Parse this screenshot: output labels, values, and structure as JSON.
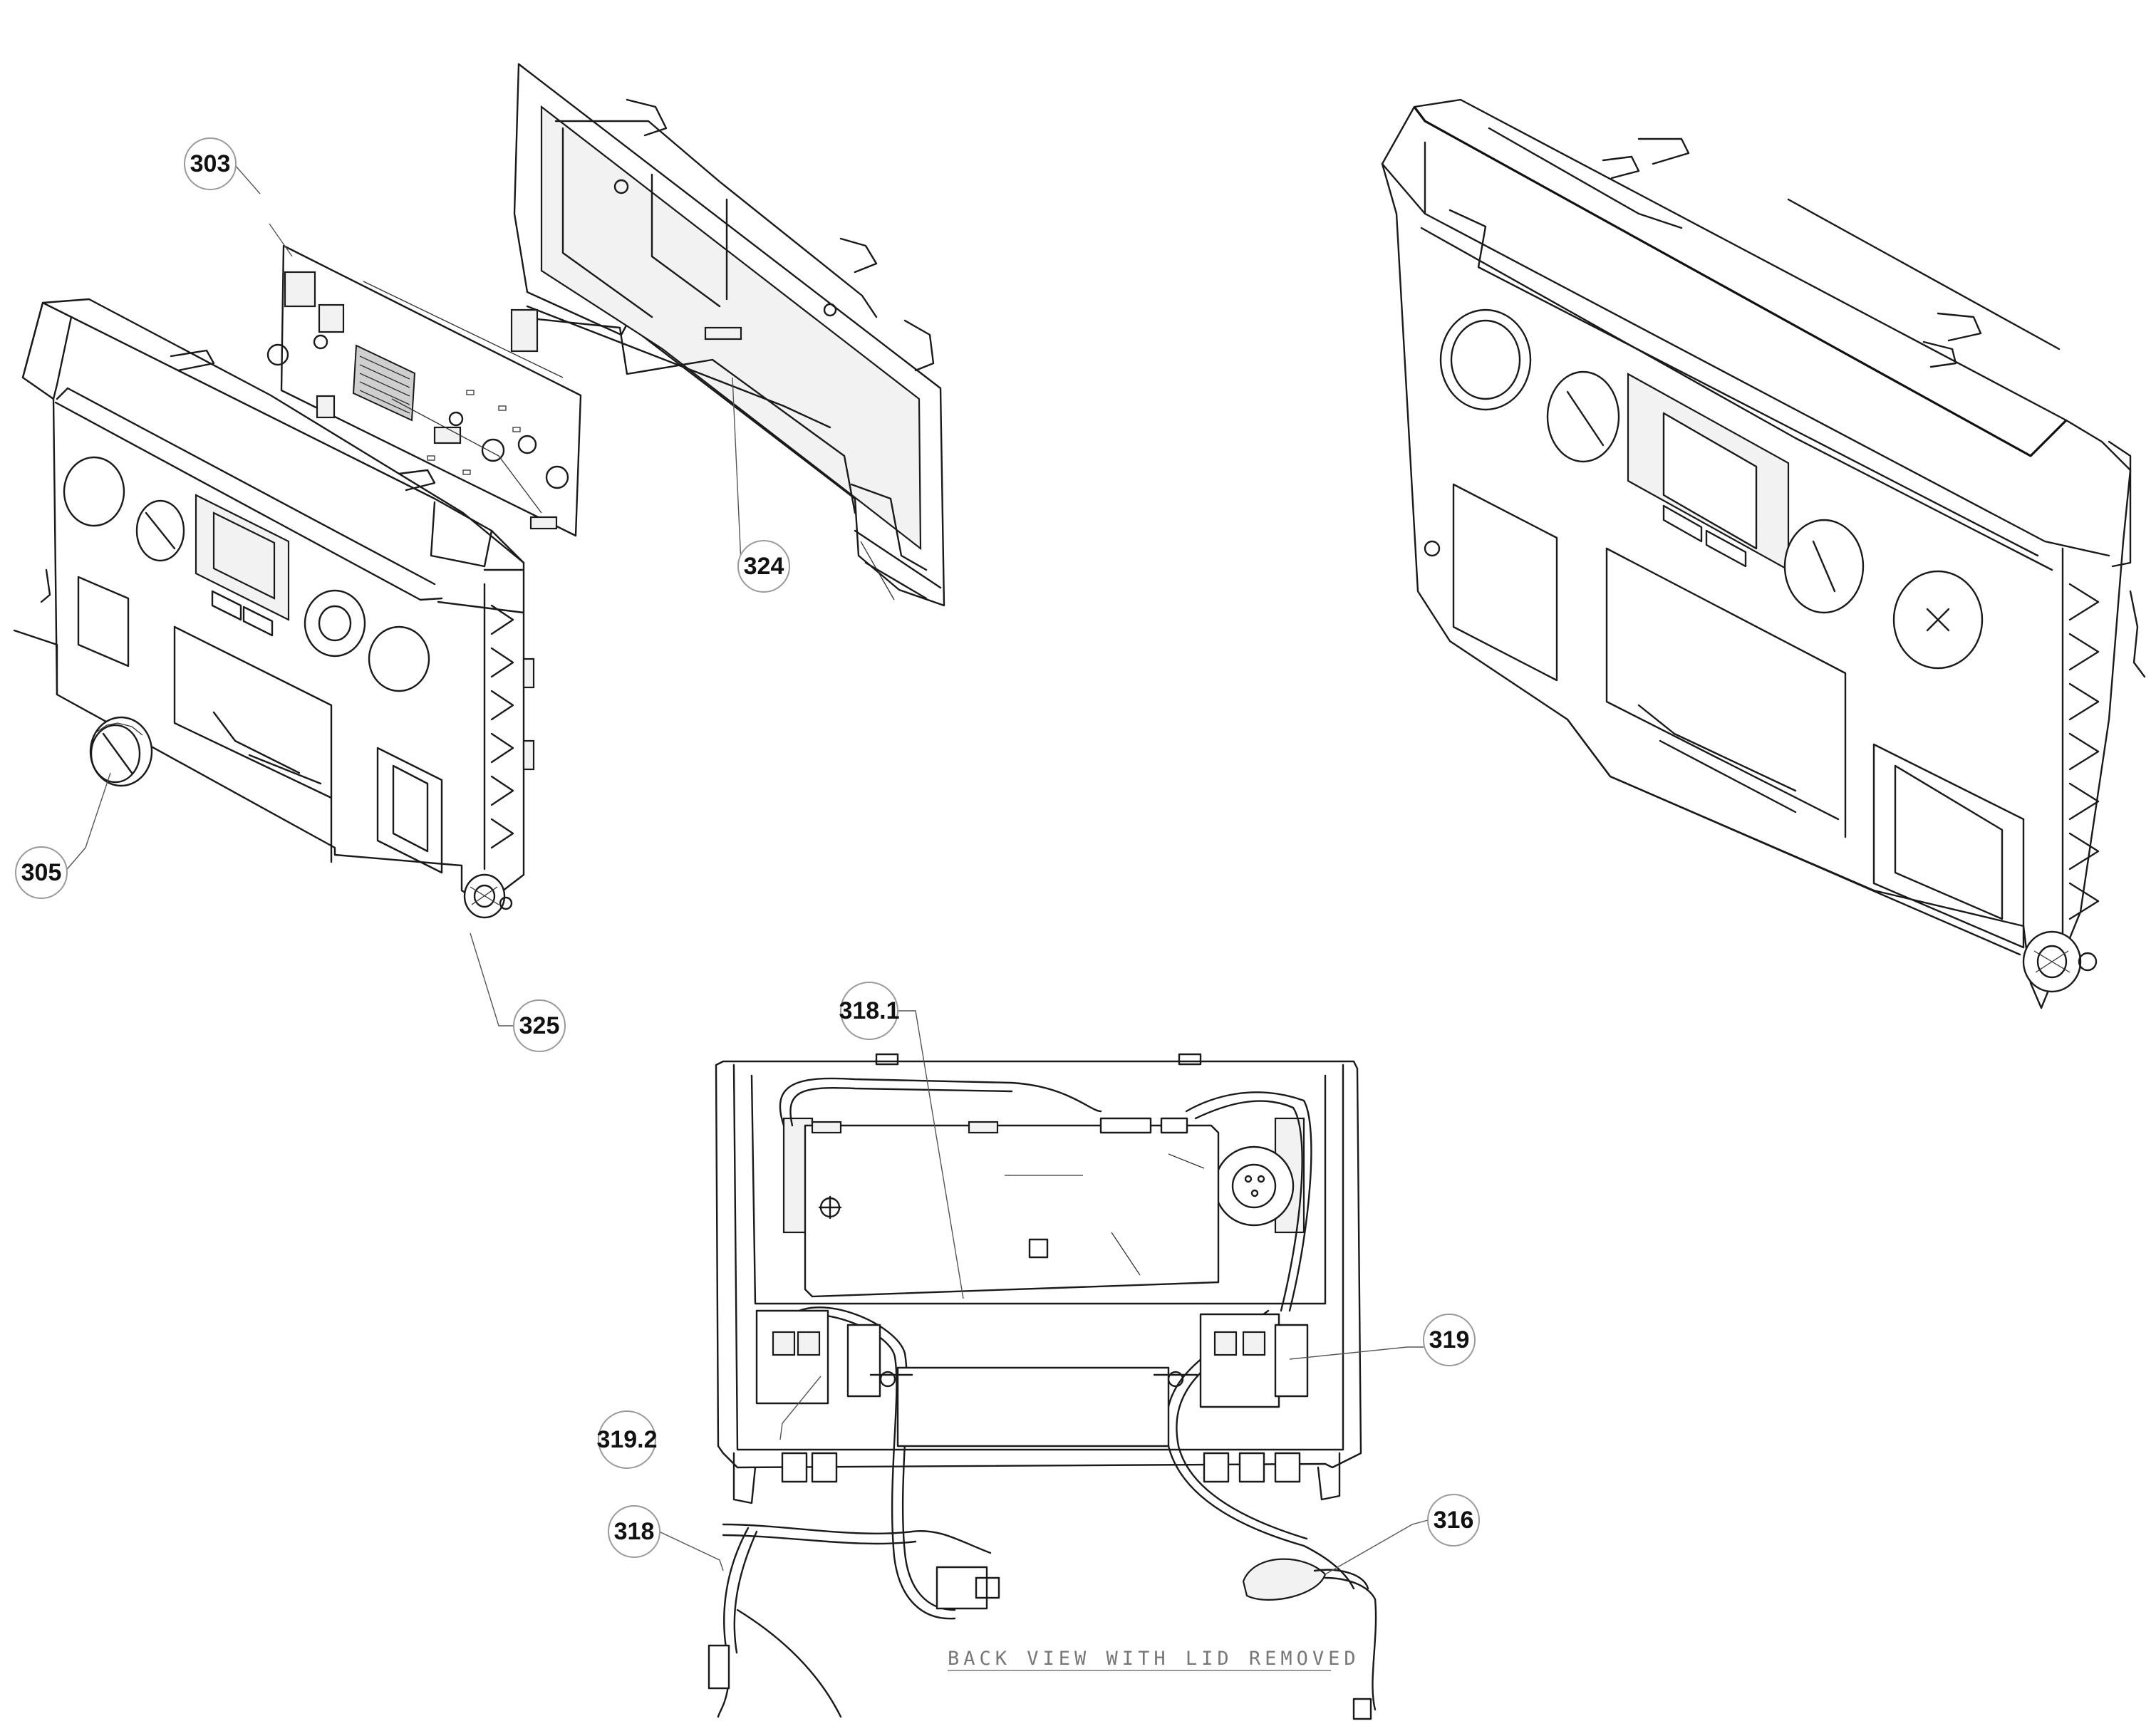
{
  "callouts": [
    {
      "id": "303",
      "label": "303"
    },
    {
      "id": "305",
      "label": "305"
    },
    {
      "id": "316",
      "label": "316"
    },
    {
      "id": "318",
      "label": "318"
    },
    {
      "id": "318.1",
      "label": "318.1"
    },
    {
      "id": "319",
      "label": "319"
    },
    {
      "id": "319.2",
      "label": "319.2"
    },
    {
      "id": "324",
      "label": "324"
    },
    {
      "id": "325",
      "label": "325"
    }
  ],
  "captions": {
    "back_view": "BACK VIEW WITH LID REMOVED"
  },
  "colors": {
    "line": "#1a1a1a",
    "bubble_outline": "#9a9a9a",
    "caption": "#777777"
  }
}
